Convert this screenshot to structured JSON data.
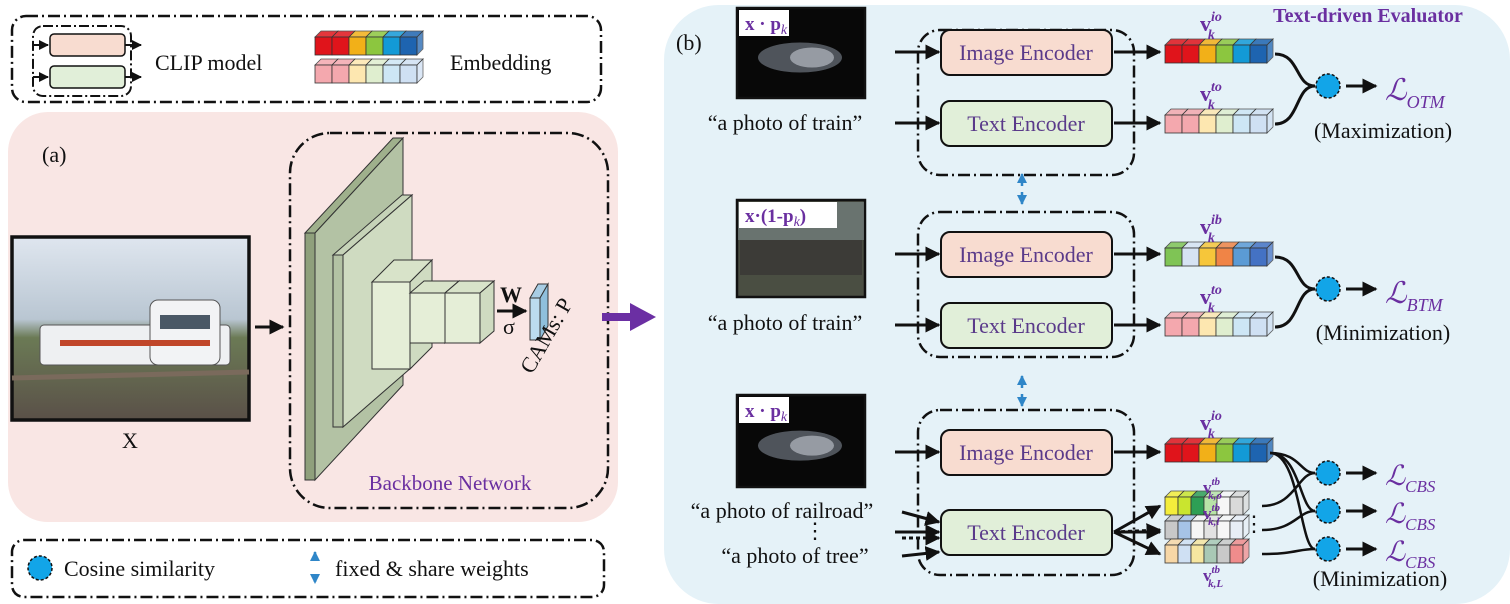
{
  "legend_top": {
    "clip_model_label": "CLIP model",
    "embedding_label": "Embedding"
  },
  "panel_a": {
    "label": "(a)",
    "input_label": "X",
    "weight_label": "W",
    "sigma_label": "σ",
    "cams_label": "CAMs: P",
    "backbone_label": "Backbone Network"
  },
  "legend_bottom": {
    "cosine_label": "Cosine similarity",
    "share_label": "fixed & share weights"
  },
  "panel_b": {
    "label": "(b)",
    "evaluator_title": "Text-driven Evaluator",
    "rows": [
      {
        "image_caption_main": "x · p",
        "image_caption_sub": "k",
        "prompt": "“a photo of train”",
        "image_encoder": "Image Encoder",
        "text_encoder": "Text Encoder",
        "img_emb_sup": "io",
        "txt_emb_sup": "to",
        "loss_sub": "OTM",
        "objective": "(Maximization)"
      },
      {
        "image_caption_main": "x·(1-p",
        "image_caption_sub": "k",
        "image_caption_end": ")",
        "prompt": "“a photo of train”",
        "image_encoder": "Image Encoder",
        "text_encoder": "Text Encoder",
        "img_emb_sup": "ib",
        "txt_emb_sup": "to",
        "loss_sub": "BTM",
        "objective": "(Minimization)"
      },
      {
        "image_caption_main": "x · p",
        "image_caption_sub": "k",
        "prompt_1": "“a photo of railroad”",
        "prompt_dots": "⋮",
        "prompt_2": "“a photo of tree”",
        "image_encoder": "Image Encoder",
        "text_encoder": "Text Encoder",
        "img_emb_sup": "io",
        "txt_emb_subs": [
          "k,o",
          "k,l",
          "k,L"
        ],
        "txt_emb_sup": "tb",
        "emb_dots": "⋮",
        "loss_sub": "CBS",
        "objective": "(Minimization)"
      }
    ],
    "loss_symbol": "ℒ",
    "emb_symbol": "v",
    "emb_sub": "k"
  },
  "colors": {
    "pink_bg": "#f9e6e4",
    "blue_bg": "#e5f2f8",
    "image_encoder_fill": "#f8dcd0",
    "text_encoder_fill": "#e1efd9",
    "backbone_green": "#b3c2a4",
    "backbone_light": "#e5eed7",
    "cosine_blue": "#12a5e8",
    "purple_arrow": "#6b2fa3",
    "share_blue": "#2f86c8",
    "dark_emb": [
      "#e0141b",
      "#e0141b",
      "#f2b018",
      "#8cc63f",
      "#139ad6",
      "#1e64b0"
    ],
    "light_emb": [
      "#f4a8ae",
      "#f4a8ae",
      "#fde7b0",
      "#dfeecf",
      "#cde6f5",
      "#cfe0f3"
    ]
  }
}
